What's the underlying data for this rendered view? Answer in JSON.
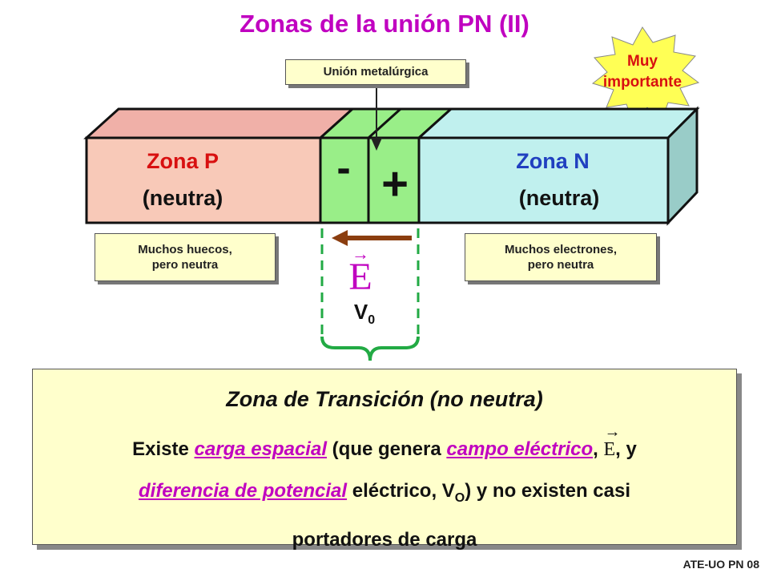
{
  "title": "Zonas de la unión PN (II)",
  "badge": {
    "line1": "Muy",
    "line2": "importante"
  },
  "union_label": "Unión metalúrgica",
  "zone_p": {
    "title": "Zona P",
    "subtitle": "(neutra)"
  },
  "zone_n": {
    "title": "Zona N",
    "subtitle": "(neutra)"
  },
  "depletion": {
    "minus": "-",
    "plus": "+"
  },
  "holes_label": {
    "line1": "Muchos huecos,",
    "line2": "pero neutra"
  },
  "electrons_label": {
    "line1": "Muchos electrones,",
    "line2": "pero neutra"
  },
  "efield": {
    "letter": "E",
    "arrow": "→"
  },
  "v0": {
    "main": "V",
    "sub": "0"
  },
  "transition_box": {
    "title": "Zona de Transición  (no neutra)",
    "l1_a": "Existe  ",
    "l1_b": "carga espacial",
    "l1_c": "  (que genera ",
    "l1_d": "campo eléctrico",
    "l1_e": ", ",
    "l1_f": "E",
    "l1_g": ", y",
    "l2_a": "diferencia de potencial",
    "l2_b": " eléctrico, V",
    "l2_c": "O",
    "l2_d": ") y  no existen casi",
    "l3": "portadores de carga"
  },
  "footer": "ATE-UO PN 08",
  "colors": {
    "p_front": "#f8c9b8",
    "p_top": "#f0b0a8",
    "depletion": "#99ee88",
    "n_front": "#c0f0ee",
    "n_side": "#99ccc8",
    "magenta": "#c000c0",
    "brown_arrow": "#8b3e10",
    "bracket": "#22aa44",
    "badge": "#ffff55"
  }
}
